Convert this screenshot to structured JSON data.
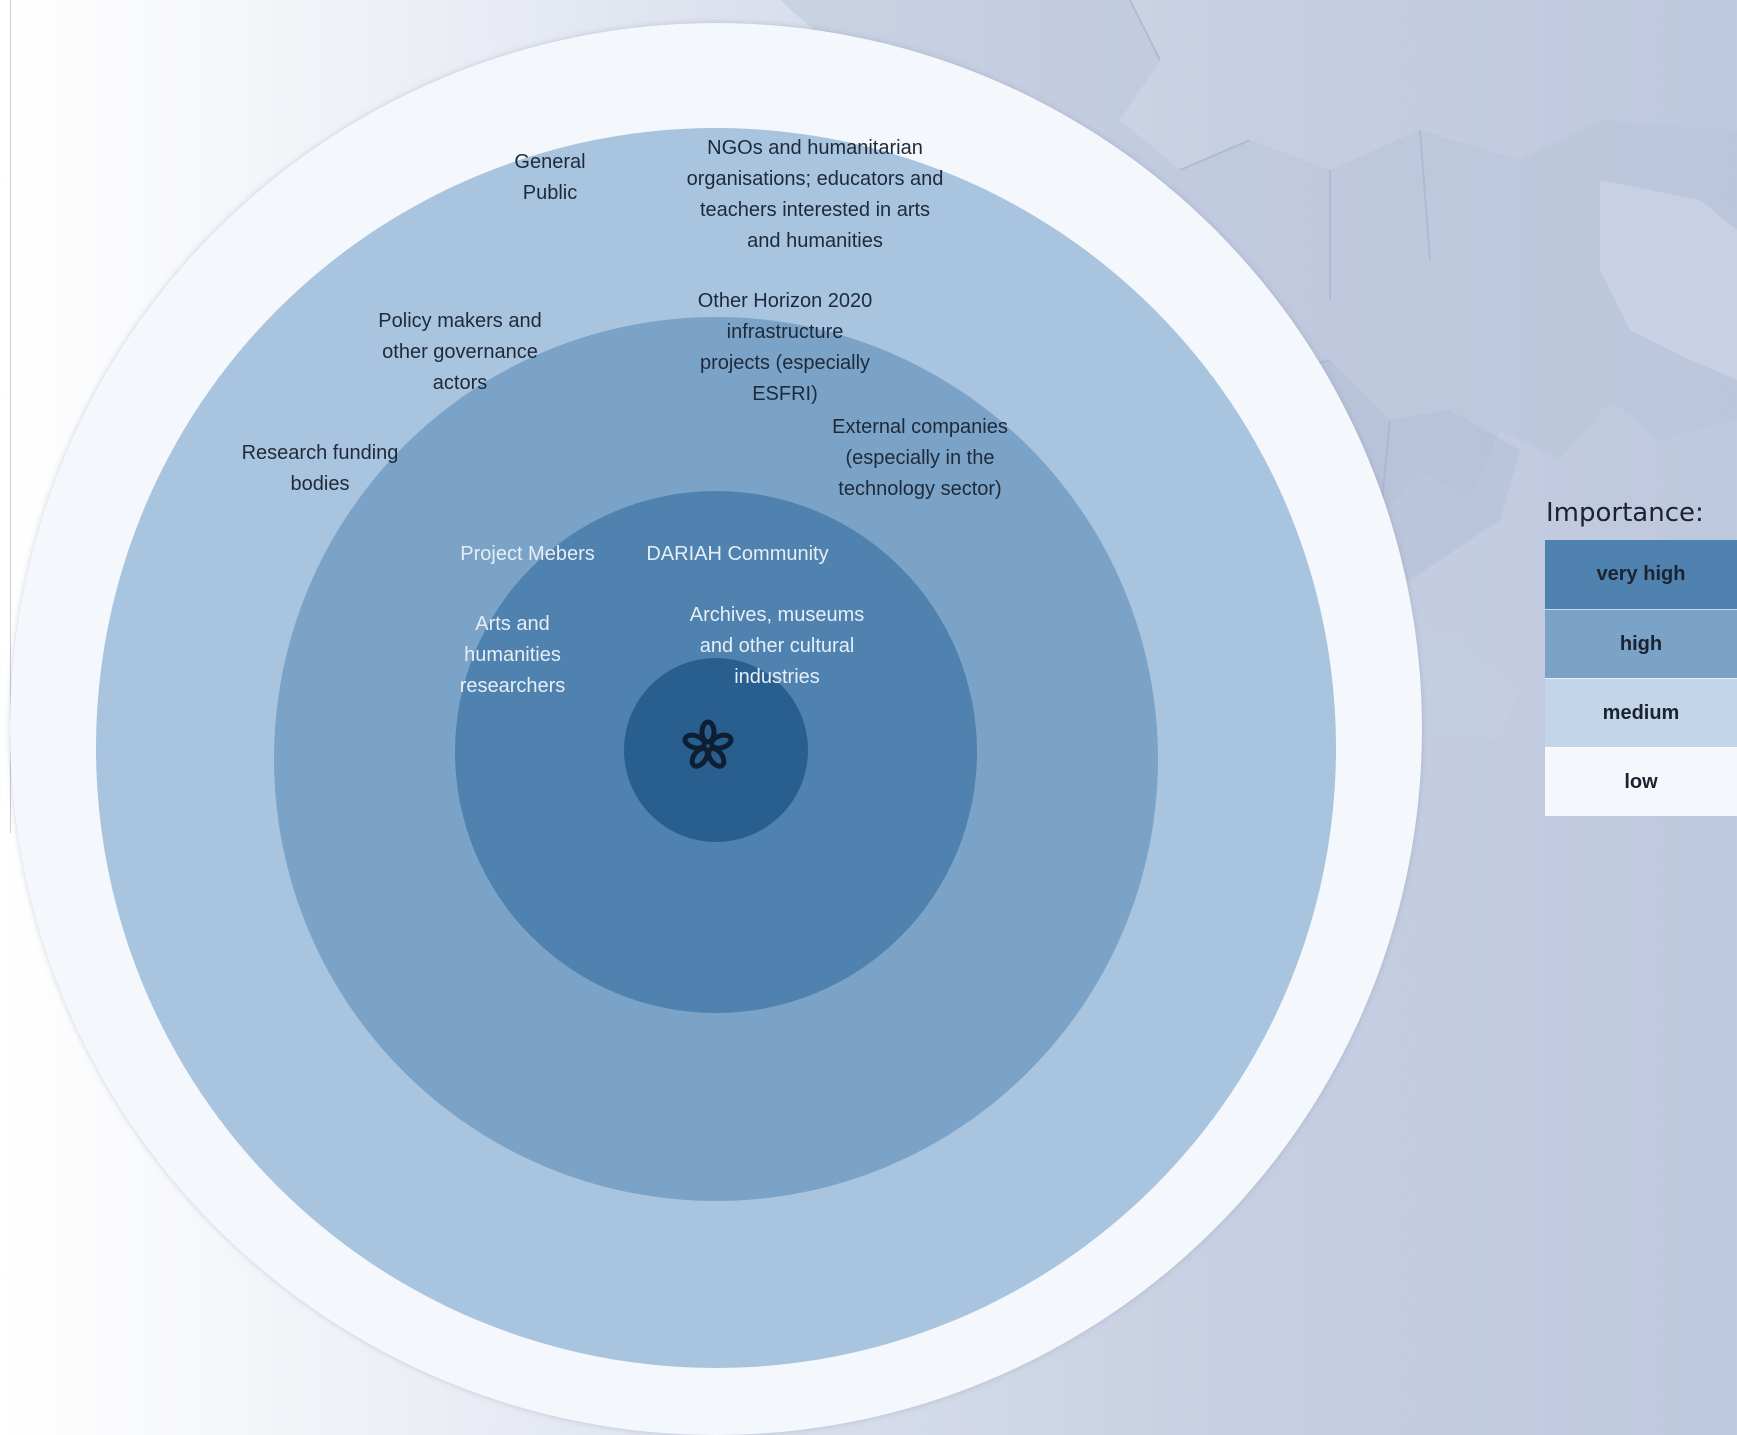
{
  "diagram": {
    "circles": [
      {
        "level": "low",
        "color": "#f4f7fb"
      },
      {
        "level": "medium",
        "color": "#a9c4de"
      },
      {
        "level": "high",
        "color": "#7aa3c7"
      },
      {
        "level": "very high",
        "color": "#4f82ae"
      },
      {
        "level": "core",
        "color": "#295f8f"
      }
    ],
    "labels": {
      "general_public": "General\nPublic",
      "ngos": "NGOs and humanitarian\norganisations; educators and\nteachers interested in arts\nand humanities",
      "policy_makers": "Policy makers and\nother governance\nactors",
      "horizon": "Other Horizon 2020\ninfrastructure\nprojects (especially\nESFRI)",
      "research_funding": "Research funding\nbodies",
      "external_companies": "External companies\n(especially in the\ntechnology sector)",
      "project_members": "Project Mebers",
      "dariah": "DARIAH Community",
      "arts_researchers": "Arts and\nhumanities\nresearchers",
      "archives": "Archives, museums\nand other cultural\nindustries"
    },
    "core_icon": "flower-logo-icon"
  },
  "legend": {
    "title": "Importance:",
    "items": [
      {
        "label": "very high",
        "color": "#4f82ae"
      },
      {
        "label": "high",
        "color": "#7aa3c7"
      },
      {
        "label": "medium",
        "color": "#c3d5e8"
      },
      {
        "label": "low",
        "color": "#f4f7fb"
      }
    ]
  }
}
